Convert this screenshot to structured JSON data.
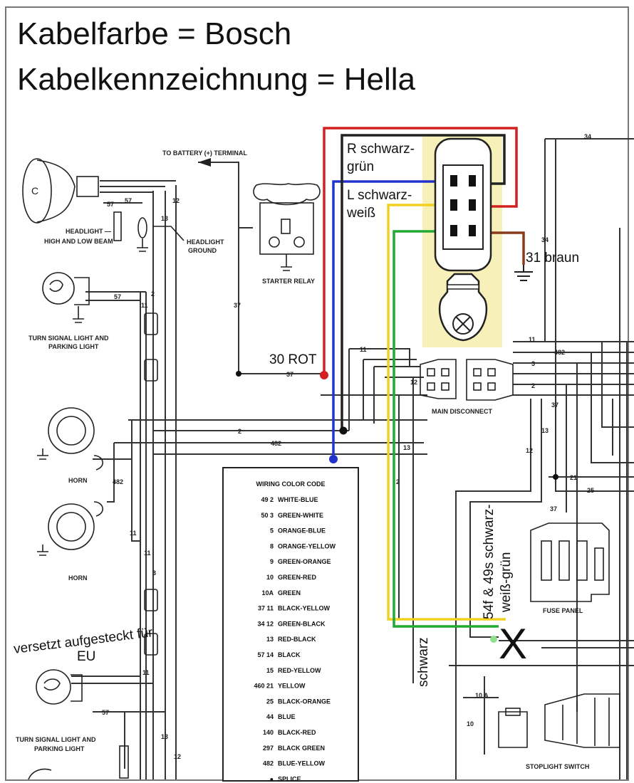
{
  "titles": {
    "line1": "Kabelfarbe = Bosch",
    "line2": "Kabelkennzeichnung = Hella"
  },
  "annotations": {
    "r_line1": "R schwarz-",
    "r_line2": "grün",
    "l_line1": "L schwarz-",
    "l_line2": "weiß",
    "braun": "31 braun",
    "rot": "30 ROT",
    "brake_line1": "54f & 49s schwarz-",
    "brake_line2": "weiß-grün",
    "schwarz": "schwarz",
    "versetzt_line1": "versetzt aufgesteckt für",
    "versetzt_line2": "EU",
    "x_mark": "X"
  },
  "labels": {
    "battery": "TO BATTERY (+) TERMINAL",
    "headlight1": "HEADLIGHT —",
    "headlight2": "HIGH AND LOW BEAM",
    "hl_ground1": "HEADLIGHT",
    "hl_ground2": "GROUND",
    "starter_relay": "STARTER RELAY",
    "turn1a": "TURN SIGNAL LIGHT AND",
    "turn1b": "PARKING LIGHT",
    "main_disconnect": "MAIN DISCONNECT",
    "horn1": "HORN",
    "horn2": "HORN",
    "fuse_panel": "FUSE PANEL",
    "turn2a": "TURN SIGNAL LIGHT AND",
    "turn2b": "PARKING LIGHT",
    "stoplight": "STOPLIGHT SWITCH",
    "fuse10a": "10 A"
  },
  "wire_numbers": {
    "w34": "34",
    "w12a": "12",
    "w57a": "57",
    "w57b": "57",
    "w13a": "13",
    "w37a": "37",
    "w37b": "37",
    "w57c": "57",
    "w2a": "2",
    "w11a": "11",
    "w11b": "11",
    "w2b": "2",
    "w482a": "482",
    "w482b": "482",
    "w11c": "11",
    "w11d": "11",
    "w3a": "3",
    "w11e": "11",
    "w13b": "13",
    "w12b": "12",
    "w2c": "2",
    "w11f": "11",
    "w482c": "482",
    "w3b": "3",
    "w2d": "2",
    "w37c": "37",
    "w13c": "13",
    "w12c": "12",
    "w21": "21",
    "w25": "25",
    "w37d": "37",
    "w34b": "34",
    "w13d": "13",
    "w12d": "12",
    "w57d": "57",
    "w10": "10"
  },
  "legend": {
    "title": "WIRING COLOR CODE",
    "rows": [
      {
        "code": "49 2",
        "color": "WHITE-BLUE"
      },
      {
        "code": "50 3",
        "color": "GREEN-WHITE"
      },
      {
        "code": "5",
        "color": "ORANGE-BLUE"
      },
      {
        "code": "8",
        "color": "ORANGE-YELLOW"
      },
      {
        "code": "9",
        "color": "GREEN-ORANGE"
      },
      {
        "code": "10",
        "color": "GREEN-RED"
      },
      {
        "code": "10A",
        "color": "GREEN"
      },
      {
        "code": "37 11",
        "color": "BLACK-YELLOW"
      },
      {
        "code": "34 12",
        "color": "GREEN-BLACK"
      },
      {
        "code": "13",
        "color": "RED-BLACK"
      },
      {
        "code": "57 14",
        "color": "BLACK"
      },
      {
        "code": "15",
        "color": "RED-YELLOW"
      },
      {
        "code": "460 21",
        "color": "YELLOW"
      },
      {
        "code": "25",
        "color": "BLACK-ORANGE"
      },
      {
        "code": "44",
        "color": "BLUE"
      },
      {
        "code": "140",
        "color": "BLACK-RED"
      },
      {
        "code": "297",
        "color": "BLACK GREEN"
      },
      {
        "code": "482",
        "color": "BLUE-YELLOW"
      },
      {
        "code": "●",
        "color": "SPLICE"
      }
    ]
  },
  "colors": {
    "red": "#d42020",
    "blue": "#2233cc",
    "yellow": "#f0d020",
    "green": "#22aa33",
    "brown": "#8b3a1a",
    "highlight": "#f7f0b8"
  }
}
